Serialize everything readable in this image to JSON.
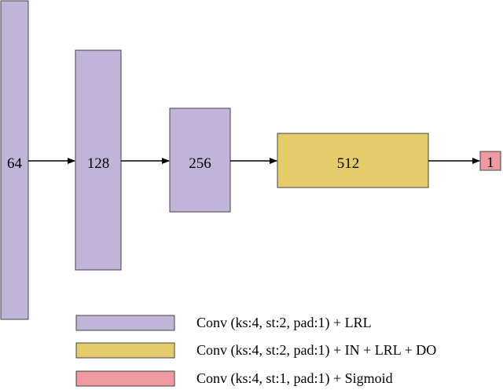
{
  "colors": {
    "conv_lrl": "#c1b4d9",
    "conv_in_lrl_do": "#e5cc6b",
    "conv_sigmoid": "#ef9aa0",
    "stroke": "#444444",
    "arrow": "#000000"
  },
  "blocks": [
    {
      "id": "block-64",
      "label": "64",
      "type": "conv_lrl"
    },
    {
      "id": "block-128",
      "label": "128",
      "type": "conv_lrl"
    },
    {
      "id": "block-256",
      "label": "256",
      "type": "conv_lrl"
    },
    {
      "id": "block-512",
      "label": "512",
      "type": "conv_in_lrl_do"
    },
    {
      "id": "block-1",
      "label": "1",
      "type": "conv_sigmoid"
    }
  ],
  "legend": [
    {
      "type": "conv_lrl",
      "text": "Conv (ks:4, st:2, pad:1) + LRL"
    },
    {
      "type": "conv_in_lrl_do",
      "text": "Conv (ks:4, st:2, pad:1) + IN + LRL + DO"
    },
    {
      "type": "conv_sigmoid",
      "text": "Conv (ks:4, st:1, pad:1) + Sigmoid"
    }
  ]
}
